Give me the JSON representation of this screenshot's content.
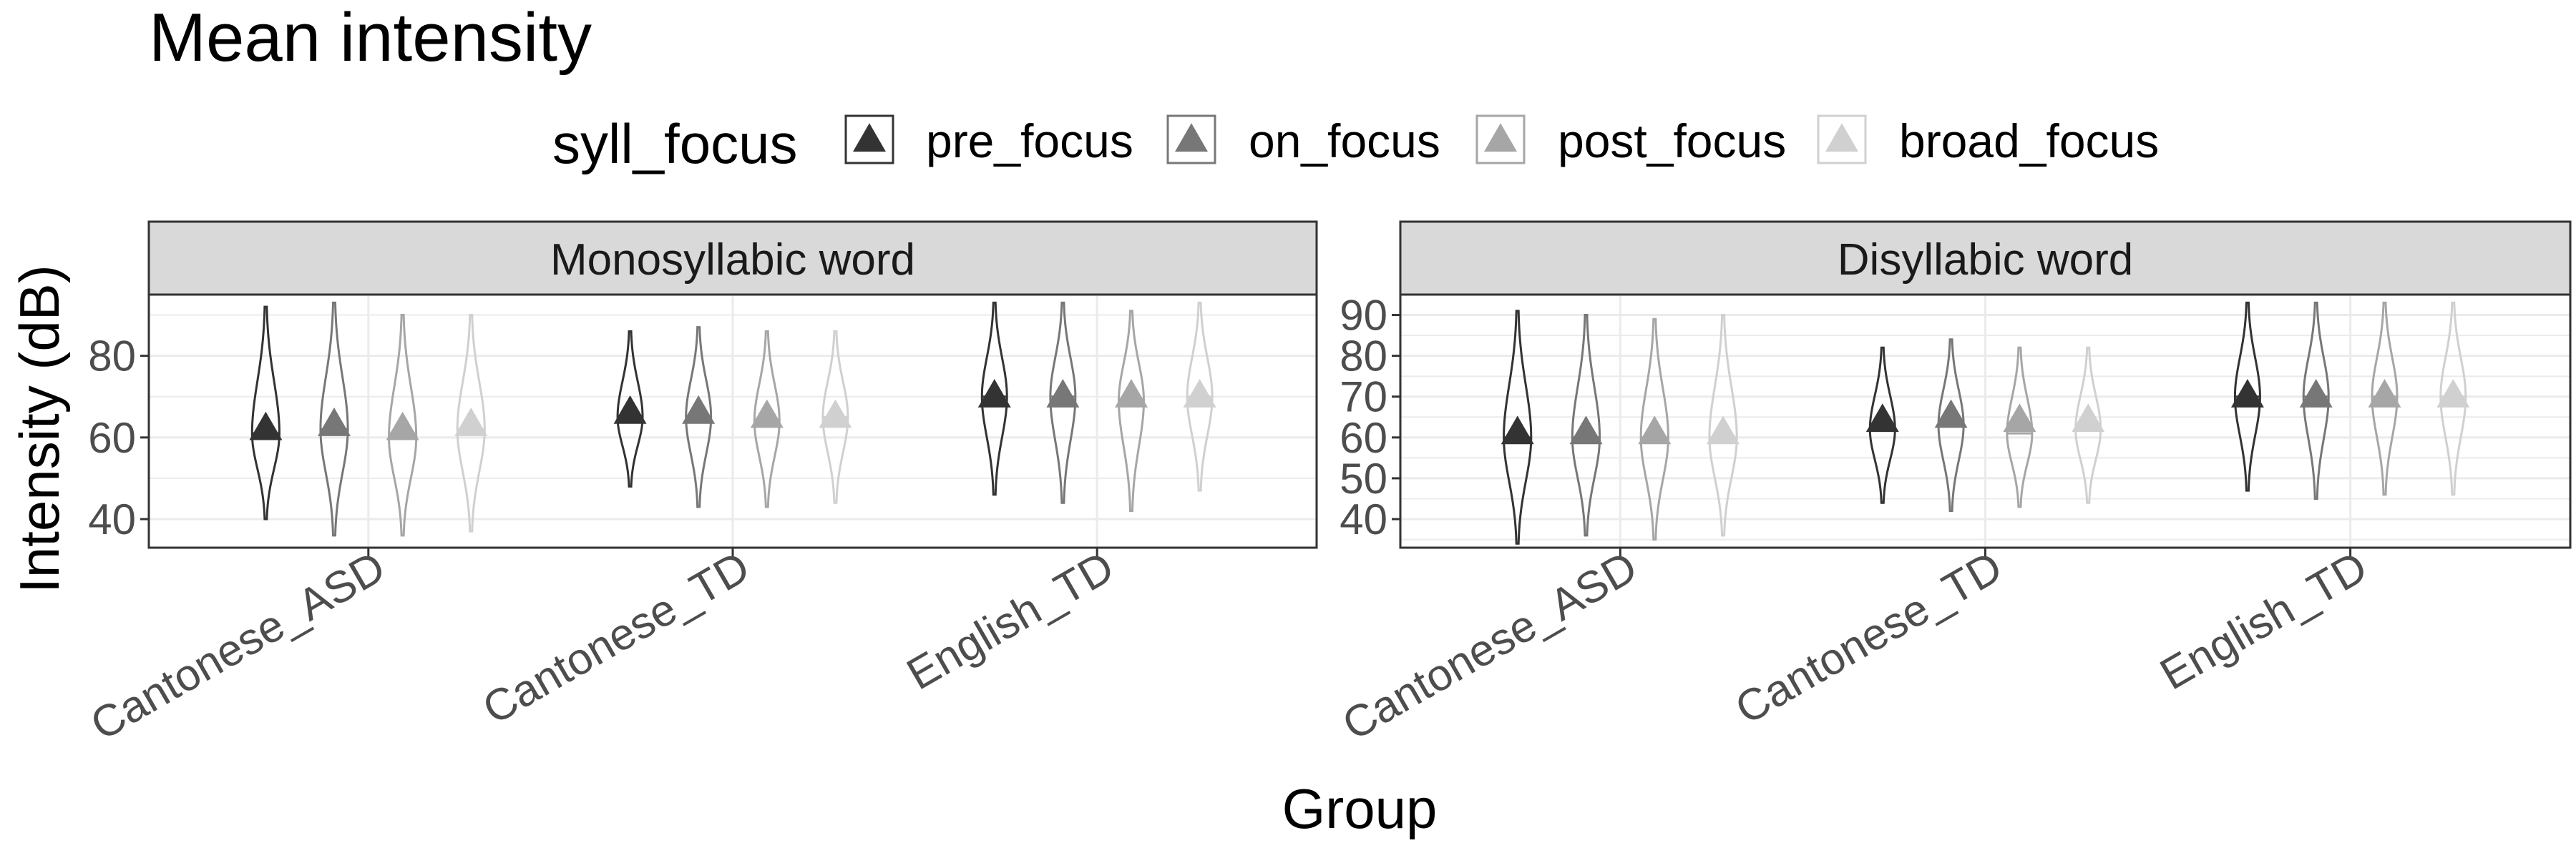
{
  "chart_data": {
    "type": "violin",
    "title": "Mean intensity",
    "ylabel": "Intensity (dB)",
    "xlabel": "Group",
    "legend": {
      "title": "syll_focus",
      "position": "top",
      "entries": [
        "pre_focus",
        "on_focus",
        "post_focus",
        "broad_focus"
      ]
    },
    "colors": {
      "pre_focus": "#333333",
      "on_focus": "#777777",
      "post_focus": "#a6a6a6",
      "broad_focus": "#d0d0d0",
      "strip_fill": "#d9d9d9",
      "grid": "#ebebeb"
    },
    "categories": [
      "Cantonese_ASD",
      "Cantonese_TD",
      "English_TD"
    ],
    "panels": [
      {
        "title": "Monosyllabic word",
        "ylim": [
          33,
          95
        ],
        "yticks": [
          40,
          60,
          80
        ],
        "series": [
          {
            "name": "pre_focus",
            "values": [
              {
                "min": 40,
                "max": 92,
                "median": 61,
                "mean": 62,
                "mode": 61,
                "spread": 0.33
              },
              {
                "min": 48,
                "max": 86,
                "median": 65,
                "mean": 66,
                "mode": 65,
                "spread": 0.3
              },
              {
                "min": 46,
                "max": 93,
                "median": 70,
                "mean": 70,
                "mode": 70,
                "spread": 0.3
              }
            ]
          },
          {
            "name": "on_focus",
            "values": [
              {
                "min": 36,
                "max": 93,
                "median": 62,
                "mean": 63,
                "mode": 62,
                "spread": 0.33
              },
              {
                "min": 43,
                "max": 87,
                "median": 65,
                "mean": 66,
                "mode": 65,
                "spread": 0.3
              },
              {
                "min": 44,
                "max": 93,
                "median": 70,
                "mean": 70,
                "mode": 70,
                "spread": 0.3
              }
            ]
          },
          {
            "name": "post_focus",
            "values": [
              {
                "min": 36,
                "max": 90,
                "median": 61,
                "mean": 62,
                "mode": 60,
                "spread": 0.33
              },
              {
                "min": 43,
                "max": 86,
                "median": 64,
                "mean": 65,
                "mode": 64,
                "spread": 0.3
              },
              {
                "min": 42,
                "max": 91,
                "median": 69,
                "mean": 70,
                "mode": 69,
                "spread": 0.3
              }
            ]
          },
          {
            "name": "broad_focus",
            "values": [
              {
                "min": 37,
                "max": 90,
                "median": 62,
                "mean": 63,
                "mode": 62,
                "spread": 0.33
              },
              {
                "min": 44,
                "max": 86,
                "median": 65,
                "mean": 65,
                "mode": 65,
                "spread": 0.3
              },
              {
                "min": 47,
                "max": 93,
                "median": 70,
                "mean": 70,
                "mode": 70,
                "spread": 0.3
              }
            ]
          }
        ]
      },
      {
        "title": "Disyllabic word",
        "ylim": [
          33,
          95
        ],
        "yticks": [
          40,
          50,
          60,
          70,
          80,
          90
        ],
        "series": [
          {
            "name": "pre_focus",
            "values": [
              {
                "min": 34,
                "max": 91,
                "median": 60,
                "mean": 61,
                "mode": 60,
                "spread": 0.33
              },
              {
                "min": 44,
                "max": 82,
                "median": 62,
                "mean": 64,
                "mode": 62,
                "spread": 0.3
              },
              {
                "min": 47,
                "max": 93,
                "median": 70,
                "mean": 70,
                "mode": 70,
                "spread": 0.3
              }
            ]
          },
          {
            "name": "on_focus",
            "values": [
              {
                "min": 36,
                "max": 90,
                "median": 60,
                "mean": 61,
                "mode": 60,
                "spread": 0.33
              },
              {
                "min": 42,
                "max": 84,
                "median": 63,
                "mean": 65,
                "mode": 63,
                "spread": 0.3
              },
              {
                "min": 45,
                "max": 93,
                "median": 70,
                "mean": 70,
                "mode": 70,
                "spread": 0.3
              }
            ]
          },
          {
            "name": "post_focus",
            "values": [
              {
                "min": 35,
                "max": 89,
                "median": 60,
                "mean": 61,
                "mode": 60,
                "spread": 0.33
              },
              {
                "min": 43,
                "max": 82,
                "median": 61,
                "mean": 64,
                "mode": 61,
                "spread": 0.3
              },
              {
                "min": 46,
                "max": 93,
                "median": 70,
                "mean": 70,
                "mode": 70,
                "spread": 0.3
              }
            ]
          },
          {
            "name": "broad_focus",
            "values": [
              {
                "min": 36,
                "max": 90,
                "median": 60,
                "mean": 61,
                "mode": 60,
                "spread": 0.33
              },
              {
                "min": 44,
                "max": 82,
                "median": 62,
                "mean": 64,
                "mode": 62,
                "spread": 0.3
              },
              {
                "min": 46,
                "max": 93,
                "median": 70,
                "mean": 70,
                "mode": 70,
                "spread": 0.3
              }
            ]
          }
        ]
      }
    ]
  }
}
